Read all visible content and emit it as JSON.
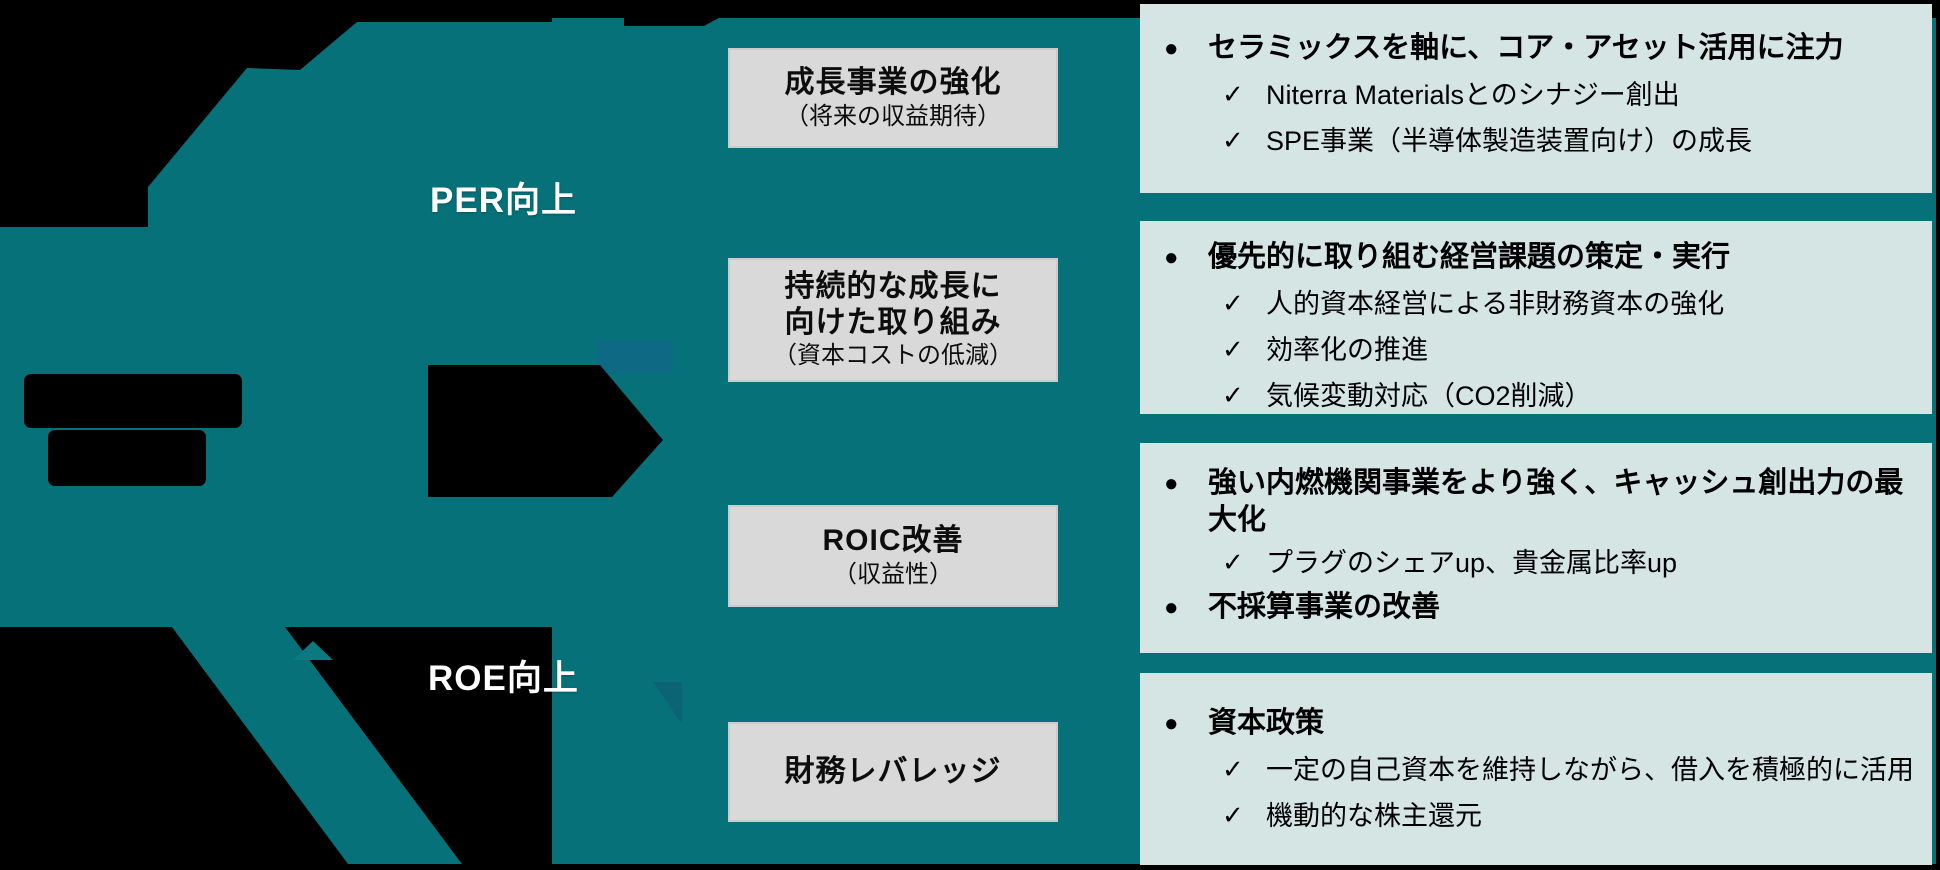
{
  "colors": {
    "background": "#000000",
    "teal": "#077179",
    "teal_overlap_dark": "#0e6a84",
    "teal_overlap_dark2": "#0b6373",
    "box_bg": "#d9d9d9",
    "panel_bg": "#d4e5e4",
    "flow_text": "#ffffff"
  },
  "glyphs": {
    "bullet": "●",
    "check": "✓"
  },
  "flow": {
    "per_label": "PER向上",
    "roe_label": "ROE向上"
  },
  "boxes": [
    {
      "title": "成長事業の強化",
      "subtitle": "（将来の収益期待）"
    },
    {
      "title_line1": "持続的な成長に",
      "title_line2": "向けた取り組み",
      "subtitle": "（資本コストの低減）"
    },
    {
      "title": "ROIC改善",
      "subtitle": "（収益性）"
    },
    {
      "title": "財務レバレッジ"
    }
  ],
  "panels": [
    {
      "bullet": "セラミックスを軸に、コア・アセット活用に注力",
      "checks": [
        "Niterra Materialsとのシナジー創出",
        "SPE事業（半導体製造装置向け）の成長"
      ]
    },
    {
      "bullet": "優先的に取り組む経営課題の策定・実行",
      "checks": [
        "人的資本経営による非財務資本の強化",
        "効率化の推進",
        "気候変動対応（CO2削減）"
      ]
    },
    {
      "bullet_1": "強い内燃機関事業をより強く、キャッシュ創出力の最大化",
      "checks": [
        "プラグのシェアup、貴金属比率up"
      ],
      "bullet_2": "不採算事業の改善"
    },
    {
      "bullet": "資本政策",
      "checks": [
        "一定の自己資本を維持しながら、借入を積極的に活用",
        "機動的な株主還元"
      ]
    }
  ]
}
